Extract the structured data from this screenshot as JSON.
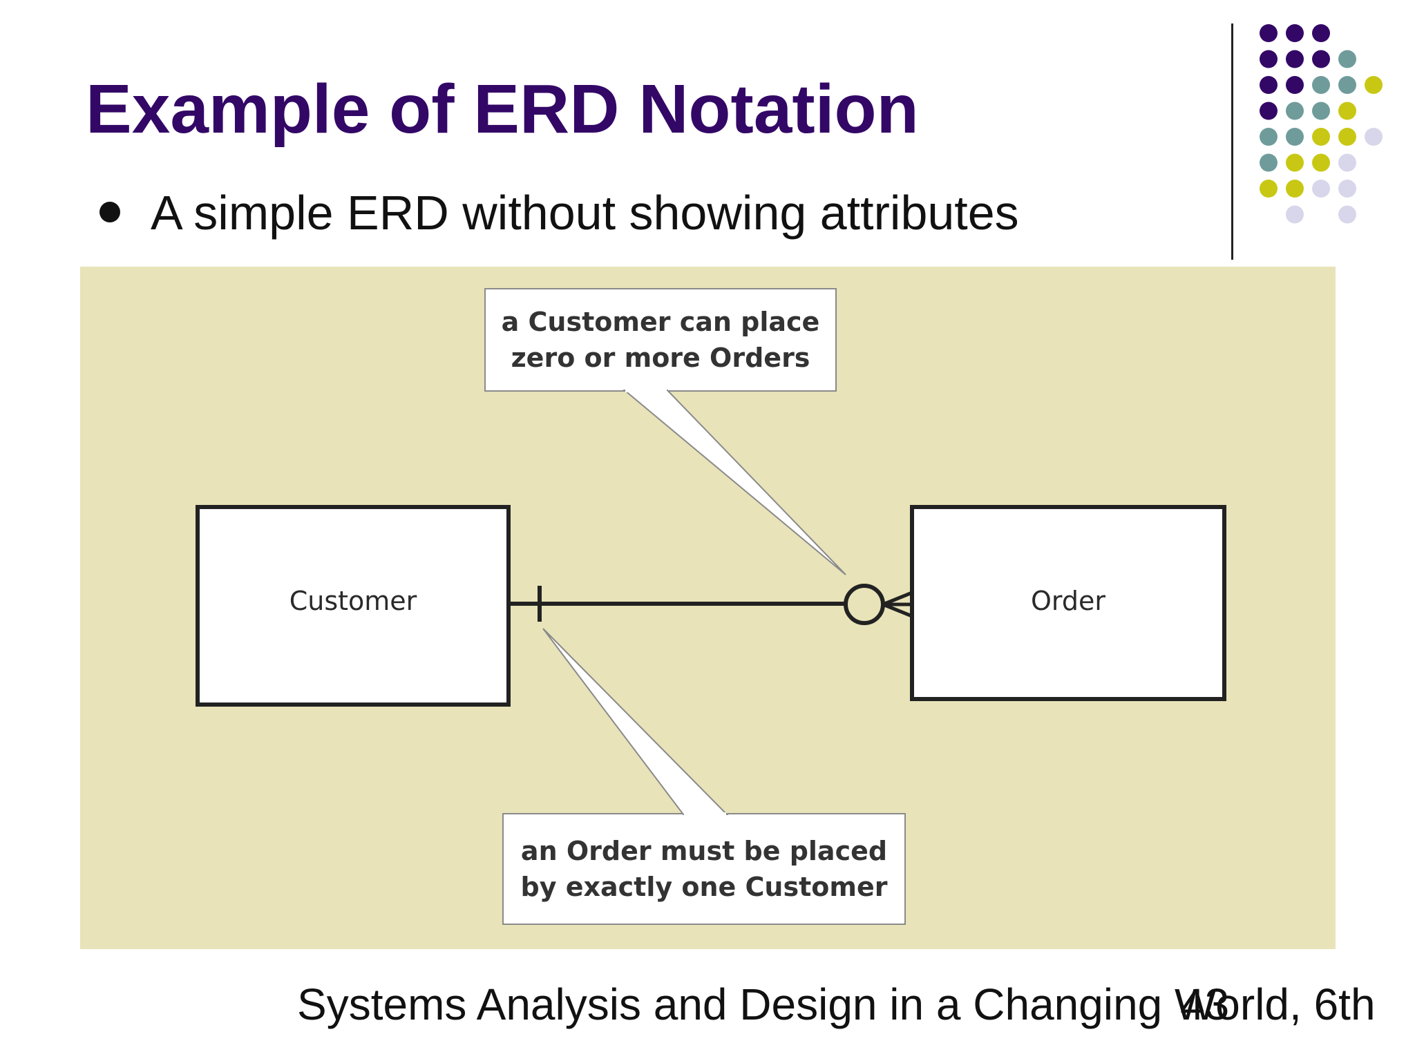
{
  "slide": {
    "title": "Example of ERD Notation",
    "bullet": "A simple ERD without showing attributes",
    "footer": "Systems Analysis and Design in a Changing World, 6th",
    "page_number": "43"
  },
  "diagram": {
    "entities": {
      "customer": "Customer",
      "order": "Order"
    },
    "callouts": {
      "top": [
        "a Customer can place",
        "zero or more Orders"
      ],
      "bottom": [
        "an Order must be placed",
        "by  exactly one Customer"
      ]
    }
  },
  "colors": {
    "title": "#330766",
    "diagram_background": "#e8e3b9",
    "dot_purple": "#330766",
    "dot_teal": "#6f9c9a",
    "dot_yellow": "#c8c814",
    "dot_lavender": "#d8d6ea"
  }
}
